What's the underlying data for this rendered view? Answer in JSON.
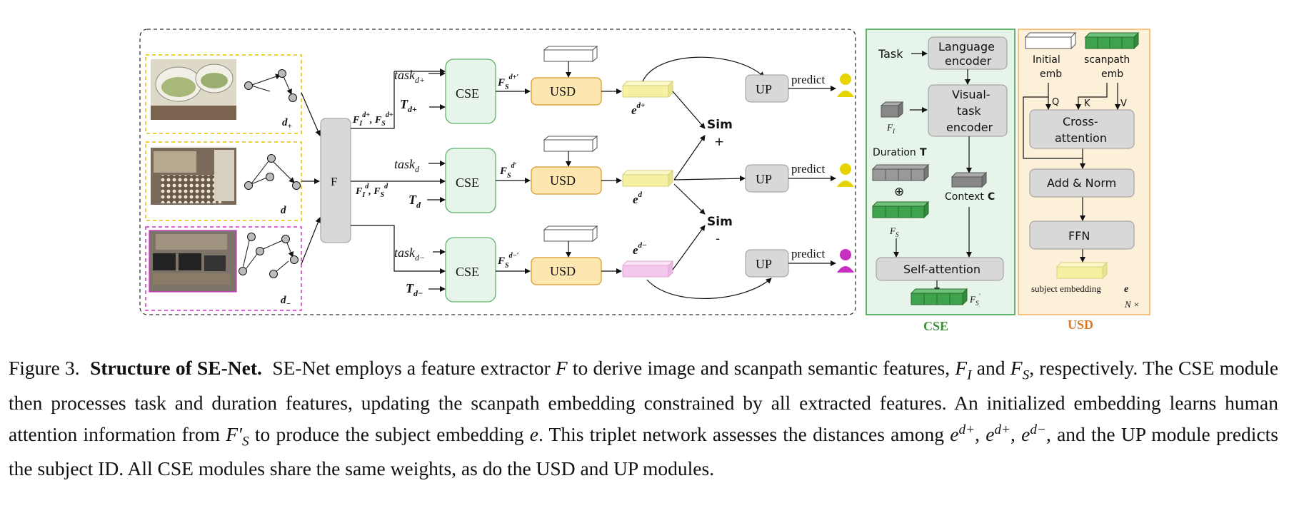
{
  "main": {
    "triplets": [
      {
        "label": "d",
        "sub": "+"
      },
      {
        "label": "d",
        "sub": ""
      },
      {
        "label": "d",
        "sub": "−"
      }
    ],
    "feature_extractor": "F",
    "feat_labels": [
      "F",
      "I",
      "d+",
      ",",
      "F",
      "S",
      "d+"
    ],
    "task_labels": [
      "task",
      "task",
      "task"
    ],
    "task_subs": [
      "d+",
      "d",
      "d−"
    ],
    "t_subs": [
      "d+",
      "d",
      "d−"
    ],
    "cse_label": "CSE",
    "usd_label": "USD",
    "up_label": "UP",
    "predict_label": "predict",
    "sim_label": "Sim",
    "sim_plus": "+",
    "sim_minus": "-",
    "e_label": "e"
  },
  "cse_panel": {
    "task": "Task",
    "language_encoder": [
      "Language",
      "encoder"
    ],
    "visual_task_encoder": [
      "Visual-",
      "task",
      "encoder"
    ],
    "f_i": "F",
    "f_i_sub": "I",
    "duration": "Duration",
    "duration_t": "T",
    "oplus": "⊕",
    "f_s": "F",
    "f_s_sub": "S",
    "context": "Context",
    "context_c": "C",
    "self_attention": "Self-attention",
    "f_s_prime": "F",
    "f_s_prime_sub": "S",
    "title": "CSE"
  },
  "usd_panel": {
    "initial_emb": [
      "Initial",
      "emb"
    ],
    "scanpath_emb": [
      "scanpath",
      "emb"
    ],
    "q": "Q",
    "k": "K",
    "v": "V",
    "cross_attention": [
      "Cross-",
      "attention"
    ],
    "add_norm": "Add & Norm",
    "ffn": "FFN",
    "subject_embedding": "subject embedding",
    "subject_e": "e",
    "n_times": "N ×",
    "title": "USD"
  },
  "colors": {
    "cse_fill": "#e6f4e9",
    "cse_border": "#5fb36b",
    "usd_fill": "#fde6b0",
    "usd_border": "#d89a2a",
    "usd_panel_bg": "#fdf0d8",
    "usd_panel_border": "#f0b060",
    "usd_title": "#e07820",
    "cse_title": "#3f8f3a",
    "gray_box": "#d8d8d8",
    "yellow_emb": "#f4f1a0",
    "pink_emb": "#f4c8ee",
    "green_cube": "#3fa34d",
    "yellow_user": "#e6d400",
    "purple_user": "#c62fc0",
    "dash_yellow": "#e0c000",
    "dash_magenta": "#d030c8"
  },
  "caption": {
    "figure": "Figure 3.",
    "title": "Structure of SE-Net.",
    "p1": "SE-Net employs a feature extractor",
    "p2": "to derive image and scanpath semantic features,",
    "and1": "and",
    "p3": "respectively. The CSE module then processes task and duration features, updating the scanpath embedding constrained by all extracted features. An initialized embedding learns human attention information from",
    "p4": "to produce the subject embedding",
    "p5": ". This triplet network assesses the distances among",
    "p6": ", and the UP module predicts the subject ID. All CSE modules share the same weights, as do the USD and UP modules."
  }
}
